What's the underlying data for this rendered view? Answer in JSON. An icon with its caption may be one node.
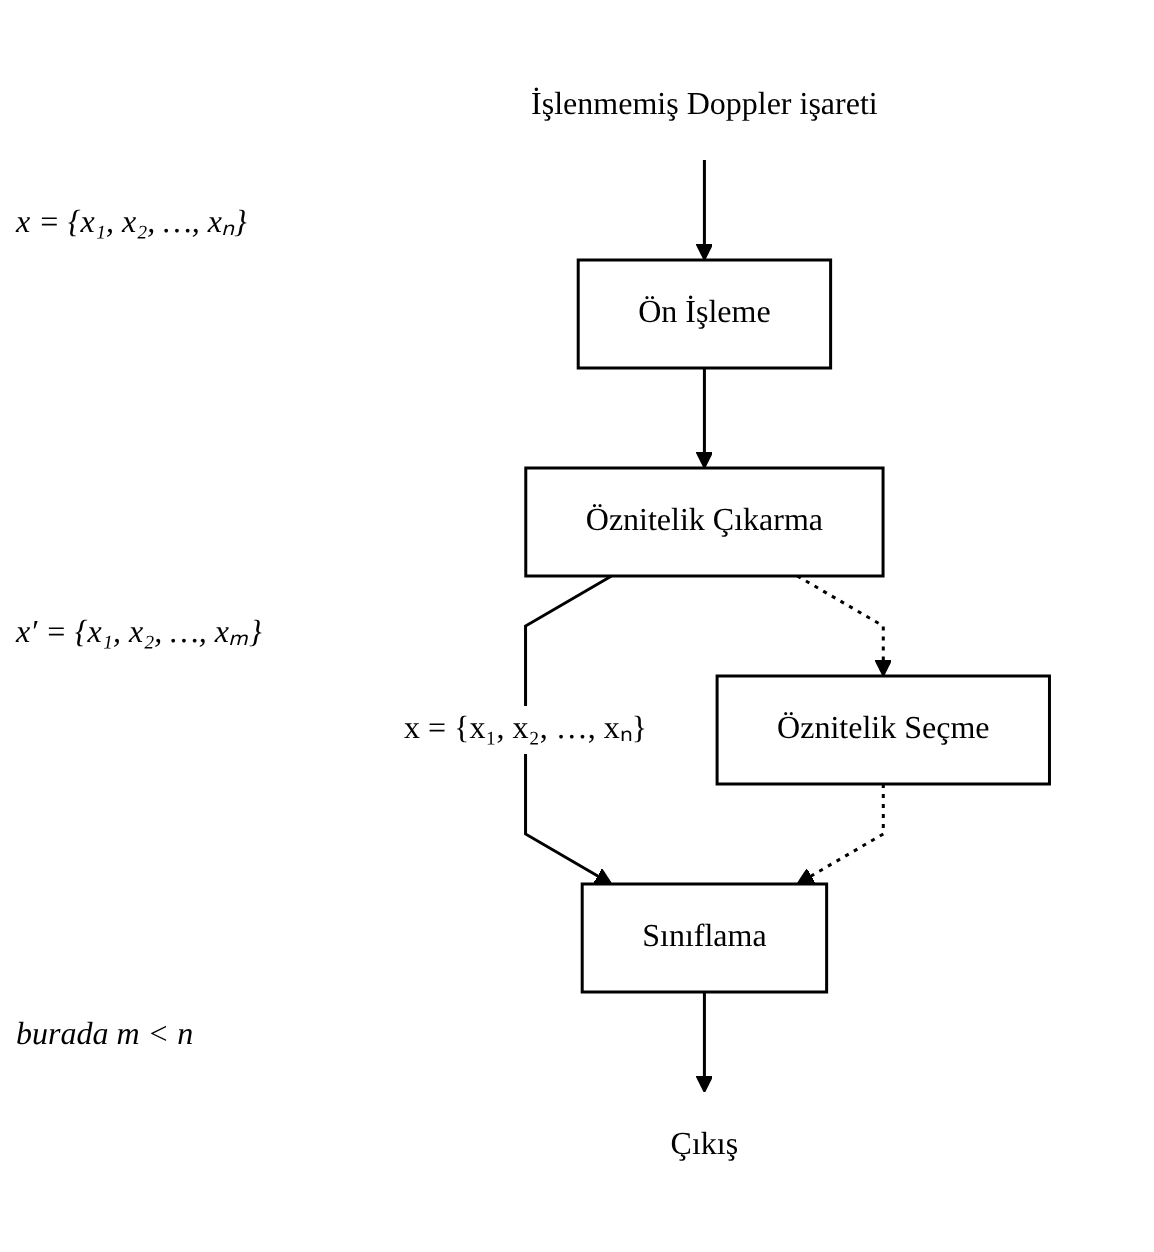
{
  "diagram": {
    "nodes": [
      {
        "text": [
          "İşlenmemiş Doppler işareti"
        ]
      },
      {
        "text": [
          "Ön İşleme"
        ]
      },
      {
        "text": [
          "Öznitelik Çıkarma"
        ]
      },
      {
        "text": [
          "Öznitelik Seçme"
        ]
      },
      {
        "text": [
          "Sınıflama"
        ]
      },
      {
        "text": [
          "Çıkış"
        ]
      }
    ],
    "edges": [
      {
        "from": 0,
        "to": 1,
        "arrow": "to"
      },
      {
        "from": 1,
        "to": 2,
        "arrow": "to"
      },
      {
        "from": 2,
        "to": 3,
        "arrow": "to",
        "style": "dashed"
      },
      {
        "from": 2,
        "to": 4,
        "arrow": "to",
        "label": "x = {x₁, x₂, …, xₙ}"
      },
      {
        "from": 3,
        "to": 4,
        "arrow": "to",
        "style": "dashed"
      },
      {
        "from": 4,
        "to": 5,
        "arrow": "to"
      }
    ],
    "labels": [
      "x = {x₁, x₂, …, xₙ}",
      "x′ = {x₁, x₂, …, xₘ}",
      "burada m < n"
    ]
  }
}
